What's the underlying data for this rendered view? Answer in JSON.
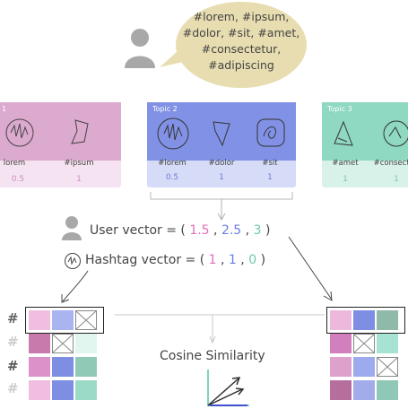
{
  "bubble": {
    "lines": [
      "#lorem, #ipsum,",
      "#dolor, #sit, #amet,",
      "#consectetur,",
      "#adipiscing"
    ]
  },
  "topics": [
    {
      "label": "1",
      "tags": [
        "lorem",
        "#ipsum"
      ],
      "weights": [
        "0.5",
        "1"
      ]
    },
    {
      "label": "Topic 2",
      "tags": [
        "#lorem",
        "#dolor",
        "#sit"
      ],
      "weights": [
        "0.5",
        "1",
        "1"
      ]
    },
    {
      "label": "Topic 3",
      "tags": [
        "#amet",
        "#consecter"
      ],
      "weights": [
        "1",
        "1"
      ]
    }
  ],
  "user_vector": {
    "prefix": "User vector = (",
    "v1": "1.5",
    "sep1": ",",
    "v2": "2.5",
    "sep2": ",",
    "v3": "3",
    "suffix": ")"
  },
  "hashtag_vector": {
    "prefix": "Hashtag vector = (",
    "v1": "1",
    "sep1": ",",
    "v2": "1",
    "sep2": ",",
    "v3": "0",
    "suffix": ")"
  },
  "hash_symbol": "#",
  "cosine_label": "Cosine Similarity",
  "colors": {
    "pink": "#e070b8",
    "blue": "#6b7fe0",
    "teal": "#6fc7b0",
    "bubble": "#e8ddb0"
  }
}
